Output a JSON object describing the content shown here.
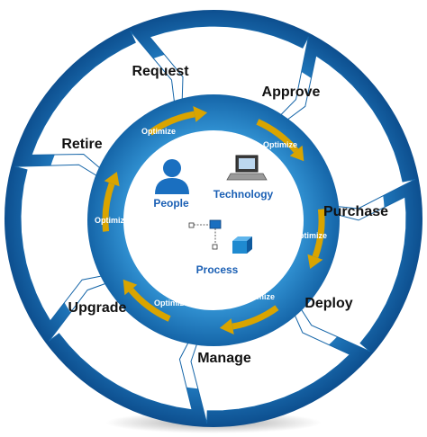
{
  "stages": [
    "Request",
    "Approve",
    "Purchase",
    "Deploy",
    "Manage",
    "Upgrade",
    "Retire"
  ],
  "optimize_label": "Optimize",
  "center": {
    "people": "People",
    "technology": "Technology",
    "process": "Process"
  },
  "colors": {
    "outer_ring": "#1a7cc4",
    "outer_ring_dark": "#0d4f8f",
    "inner_ring": "#1f8ad0",
    "accent_arrow": "#d9a400",
    "label_blue": "#1a5fb4",
    "white": "#ffffff"
  },
  "icons": [
    "people-icon",
    "laptop-icon",
    "process-icon"
  ]
}
